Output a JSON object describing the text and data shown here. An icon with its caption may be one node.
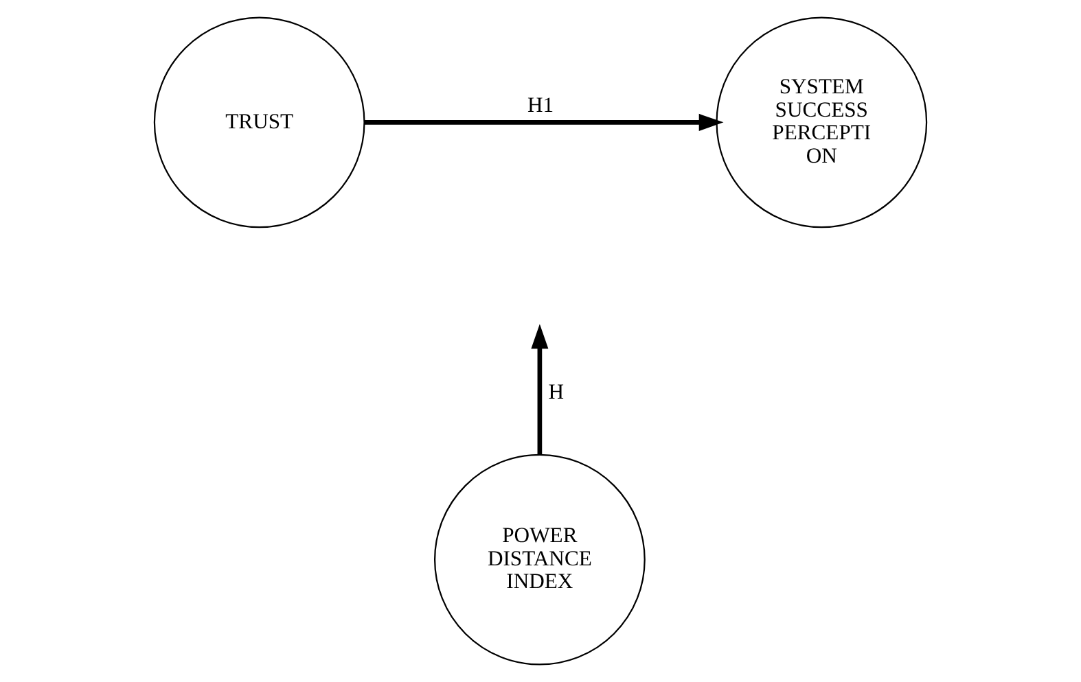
{
  "diagram": {
    "nodes": [
      {
        "text": [
          "TRUST"
        ]
      },
      {
        "text": [
          "SYSTEM SUCCESS PERCEPTI ON"
        ]
      },
      {
        "text": [
          "POWER DISTANCE INDEX"
        ]
      }
    ],
    "edges": [
      {
        "from": 0,
        "to": 1,
        "arrow": "to",
        "label": "H1"
      },
      {
        "from": 2,
        "to": null,
        "arrow": "to",
        "label": "H"
      }
    ]
  }
}
